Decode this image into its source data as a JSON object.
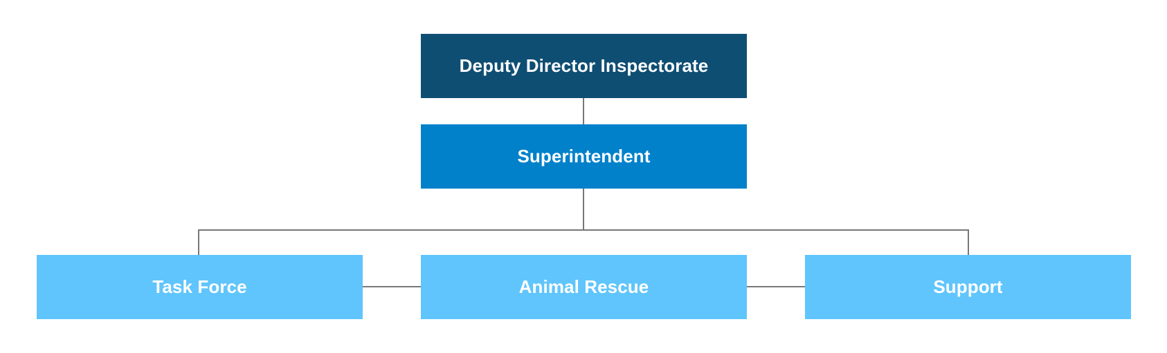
{
  "colors": {
    "level1": "#0f4e73",
    "level2": "#0281cb",
    "level3": "#60c5fc",
    "connector": "#777777"
  },
  "nodes": {
    "director": {
      "label": "Deputy Director Inspectorate"
    },
    "superintendent": {
      "label": "Superintendent"
    },
    "task_force": {
      "label": "Task Force"
    },
    "animal_rescue": {
      "label": "Animal Rescue"
    },
    "support": {
      "label": "Support"
    }
  }
}
